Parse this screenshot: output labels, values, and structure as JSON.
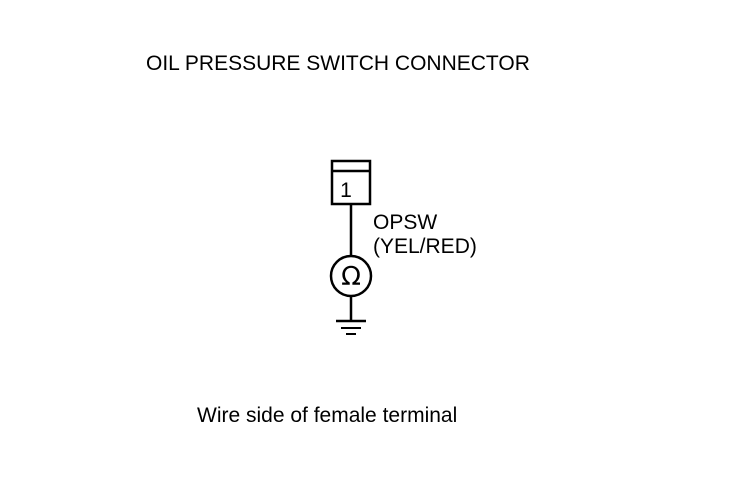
{
  "title": "OIL PRESSURE SWITCH CONNECTOR",
  "connector": {
    "pin_number": "1"
  },
  "wire": {
    "name": "OPSW",
    "color": "(YEL/RED)"
  },
  "meter": {
    "symbol": "Ω"
  },
  "caption": "Wire side of female terminal"
}
